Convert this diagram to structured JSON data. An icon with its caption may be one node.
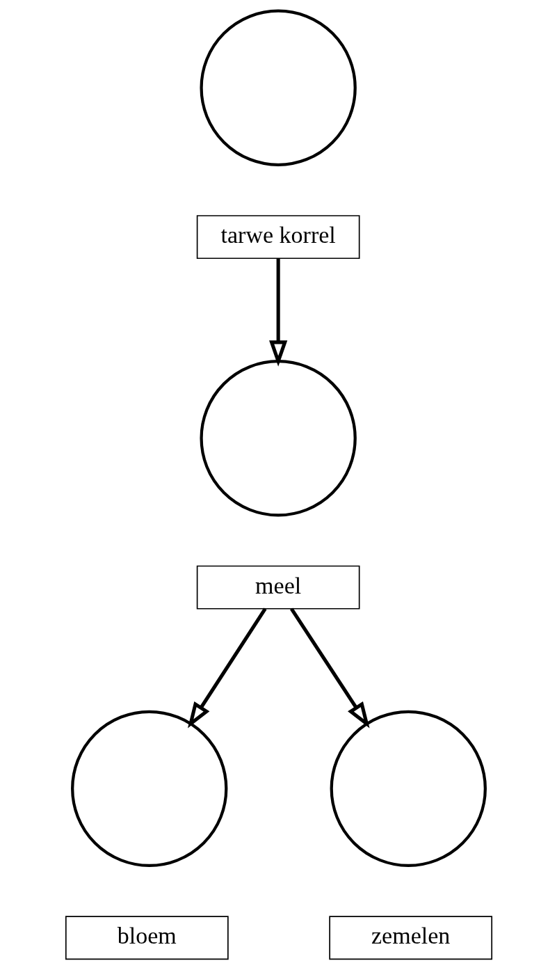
{
  "diagram": {
    "nodes": [
      {
        "text": [],
        "shape": "circle"
      },
      {
        "text": [
          "tarwe korrel"
        ]
      },
      {
        "text": [],
        "shape": "circle"
      },
      {
        "text": [
          "meel"
        ]
      },
      {
        "text": [],
        "shape": "circle"
      },
      {
        "text": [],
        "shape": "circle"
      },
      {
        "text": [
          "bloem"
        ]
      },
      {
        "text": [
          "zemelen"
        ]
      }
    ],
    "edges": [
      {
        "from": 1,
        "to": 2,
        "arrow": "to"
      },
      {
        "from": 3,
        "to": 4,
        "arrow": "to"
      },
      {
        "from": 3,
        "to": 5,
        "arrow": "to"
      }
    ]
  }
}
